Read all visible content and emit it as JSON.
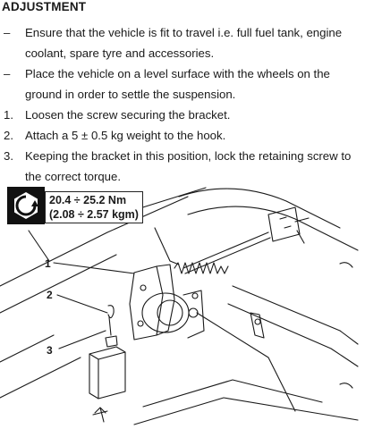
{
  "heading": "ADJUSTMENT",
  "steps": [
    {
      "marker": "–",
      "text": "Ensure that the vehicle is fit to travel i.e. full fuel tank, engine coolant, spare tyre and accessories."
    },
    {
      "marker": "–",
      "text": "Place the vehicle on a level surface with the wheels on the ground in order to settle the suspension."
    },
    {
      "marker": "1.",
      "text": "Loosen the screw securing the bracket."
    },
    {
      "marker": "2.",
      "text": "Attach a 5 ± 0.5 kg weight to the hook."
    },
    {
      "marker": "3.",
      "text": "Keeping the bracket in this position, lock the retaining screw to the correct torque."
    }
  ],
  "torque": {
    "nm": "20.4 ÷ 25.2 Nm",
    "kgm": "(2.08 ÷ 2.57 kgm)",
    "icon": "hex-wrench-icon"
  },
  "callouts": [
    "1",
    "2",
    "3"
  ]
}
